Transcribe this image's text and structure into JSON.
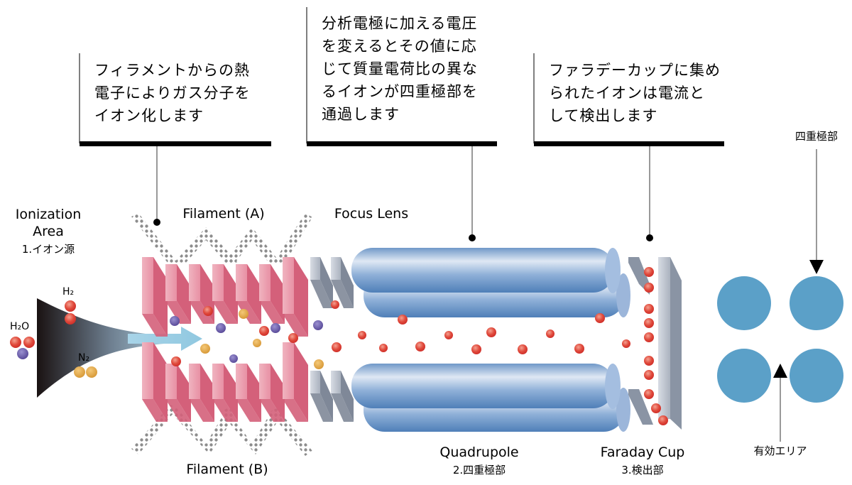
{
  "callouts": [
    {
      "id": "ionization-note",
      "lines": [
        "フィラメントからの熱",
        "電子によりガス分子を",
        "イオン化します"
      ]
    },
    {
      "id": "quadrupole-note",
      "lines": [
        "分析電極に加える電圧",
        "を変えるとその値に応",
        "じて質量電荷比の異な",
        "るイオンが四重極部を",
        "通過します"
      ]
    },
    {
      "id": "faraday-note",
      "lines": [
        "ファラデーカップに集め",
        "られたイオンは電流と",
        "して検出します"
      ]
    }
  ],
  "labels": {
    "ionization_area_en_1": "Ionization",
    "ionization_area_en_2": "Area",
    "ionization_area_jp": "1.イオン源",
    "filament_a": "Filament (A)",
    "filament_b": "Filament (B)",
    "focus_lens": "Focus Lens",
    "quadrupole_en": "Quadrupole",
    "quadrupole_jp": "2.四重極部",
    "faraday_en": "Faraday Cup",
    "faraday_jp": "3.検出部",
    "cross_section_top": "四重極部",
    "cross_section_bottom": "有効エリア"
  },
  "molecules": {
    "h2": "H₂",
    "h2o": "H₂O",
    "n2": "N₂"
  },
  "colors": {
    "electrode_pink": "#e07a90",
    "lens_gray": "#9aa4b2",
    "rod_blue": "#5b88c0",
    "cross_section_blue": "#5ba0c8",
    "ion_red": "#e03a34",
    "molecule_purple": "#6a5aa8",
    "molecule_orange": "#e0a040"
  }
}
